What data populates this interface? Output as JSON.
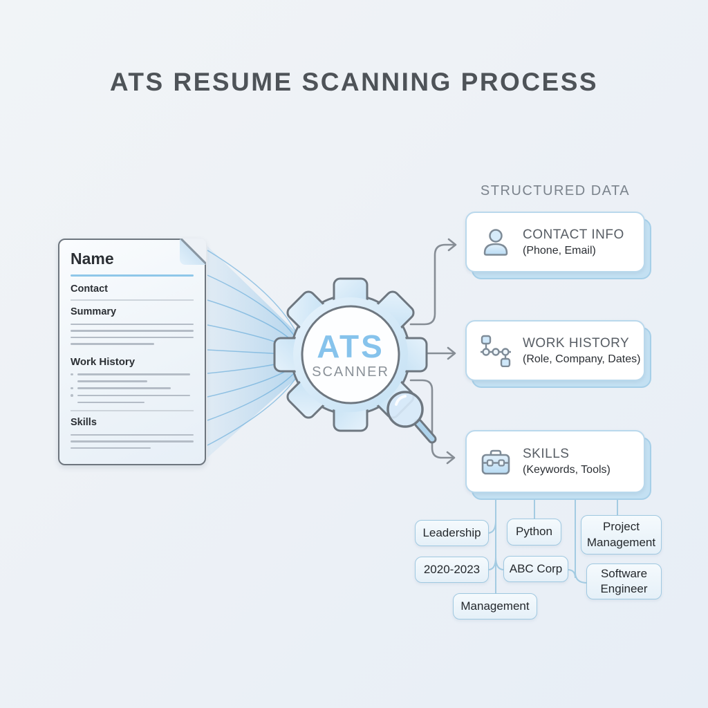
{
  "title": "ATS RESUME SCANNING PROCESS",
  "structured_data_label": "STRUCTURED DATA",
  "resume": {
    "name": "Name",
    "contact": "Contact",
    "summary": "Summary",
    "work_history": "Work History",
    "skills": "Skills"
  },
  "scanner": {
    "line1": "ATS",
    "line2": "SCANNER",
    "icon": "gear-icon",
    "secondary_icon": "magnifier-icon"
  },
  "outputs": [
    {
      "title": "CONTACT INFO",
      "subtitle": "(Phone, Email)",
      "icon": "person-icon"
    },
    {
      "title": "WORK HISTORY",
      "subtitle": "(Role, Company, Dates)",
      "icon": "timeline-icon"
    },
    {
      "title": "SKILLS",
      "subtitle": "(Keywords, Tools)",
      "icon": "briefcase-icon"
    }
  ],
  "tags": [
    {
      "label": "Leadership"
    },
    {
      "label": "Python"
    },
    {
      "label": "Project Management"
    },
    {
      "label": "2020-2023"
    },
    {
      "label": "ABC Corp"
    },
    {
      "label": "Software Engineer"
    },
    {
      "label": "Management"
    }
  ],
  "colors": {
    "background": "#eef2f6",
    "title_text": "#4e5358",
    "accent_blue": "#86c3ec",
    "beam_blue": "#5ea7d8",
    "card_border": "#b9d8ec",
    "card_back": "#c3e0f2",
    "tag_border": "#9fc8e0",
    "arrow_gray": "#868d95",
    "gear_outline": "#6e7780",
    "connector_blue": "#a3cbe2"
  }
}
